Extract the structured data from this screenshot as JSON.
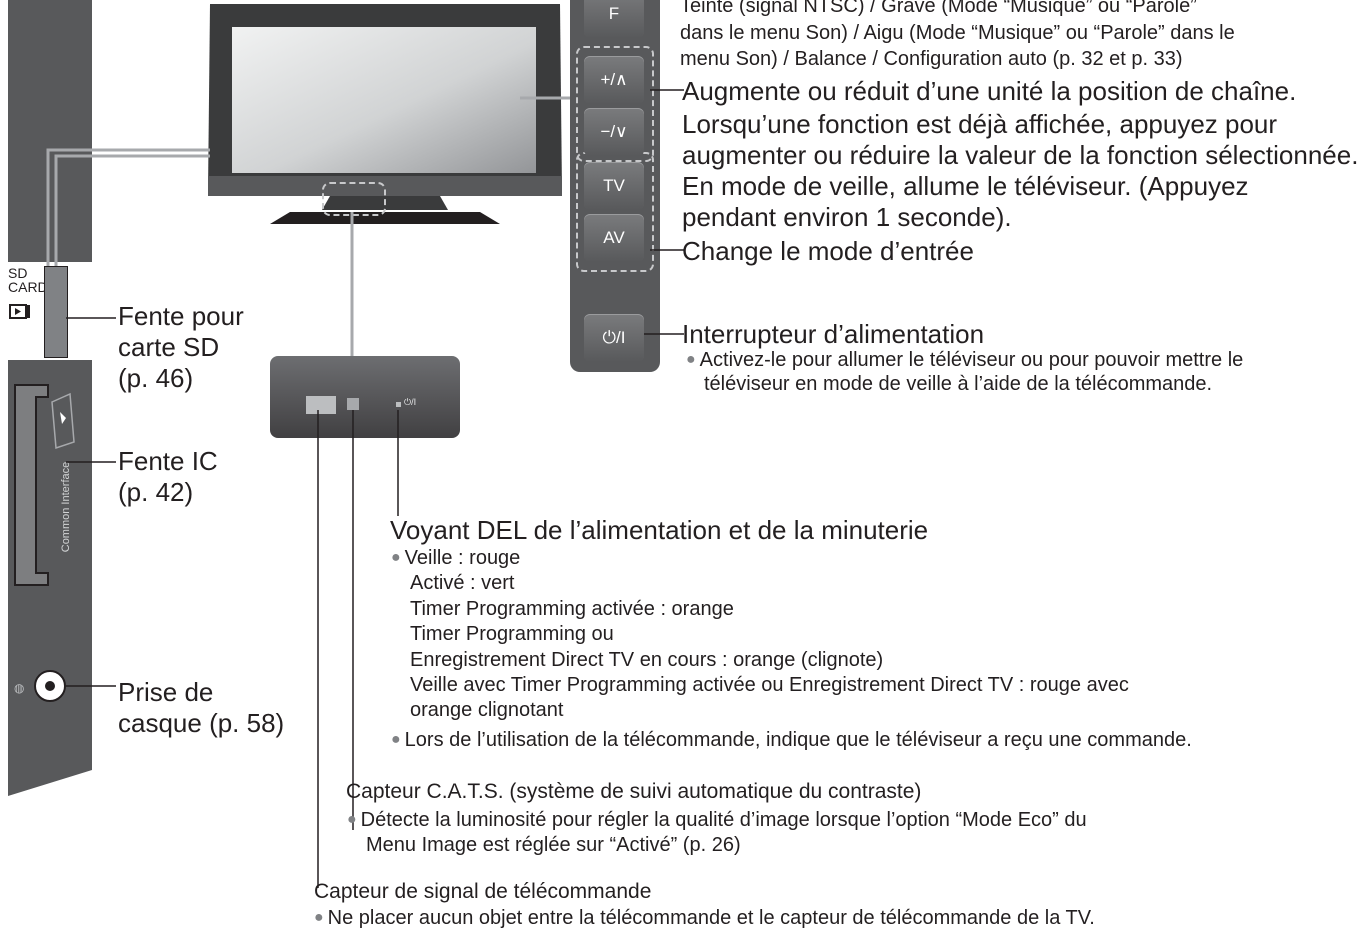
{
  "side_panel": {
    "sd_card_label_line1": "SD",
    "sd_card_label_line2": "CARD",
    "common_interface_label": "Common Interface"
  },
  "remote_panel": {
    "buttons": [
      "F",
      "+/∧",
      "−/∨",
      "TV",
      "AV",
      "⏻/I"
    ]
  },
  "sensor_panel": {
    "power_mark": "⏻/I"
  },
  "callouts": {
    "top_text_line1": "Teinte (signal NTSC) / Grave (Mode “Musique” ou “Parole”",
    "top_text_line2": "dans le menu Son) / Aigu (Mode “Musique” ou “Parole” dans le",
    "top_text_line3": "menu Son) / Balance / Configuration auto (p. 32 et p. 33)",
    "channel_line1": "Augmente ou réduit d’une unité la position de chaîne.",
    "channel_line2": "Lorsqu’une fonction est déjà affichée, appuyez pour",
    "channel_line3": "augmenter ou réduire la valeur de la fonction sélectionnée.",
    "channel_line4": "En mode de veille, allume le téléviseur. (Appuyez",
    "channel_line5": "pendant environ 1 seconde).",
    "input_mode": "Change le mode d’entrée",
    "power_title": "Interrupteur d’alimentation",
    "power_desc_line1": "Activez-le pour allumer le téléviseur ou pour pouvoir mettre le",
    "power_desc_line2": "téléviseur en mode de veille à l’aide de la télécommande.",
    "sd_slot_line1": "Fente pour",
    "sd_slot_line2": "carte SD",
    "sd_slot_line3": "(p. 46)",
    "ic_slot_line1": "Fente IC",
    "ic_slot_line2": "(p. 42)",
    "headphone_line1": "Prise de",
    "headphone_line2": "casque (p. 58)",
    "led_title": "Voyant DEL de l’alimentation et de la minuterie",
    "led_lines": [
      "Veille : rouge",
      "Activé : vert",
      "Timer Programming activée : orange",
      "Timer Programming ou",
      "Enregistrement Direct TV en cours : orange (clignote)",
      "Veille avec Timer Programming activée ou Enregistrement Direct TV : rouge avec",
      "orange clignotant"
    ],
    "led_remote_note": "Lors de l’utilisation de la télécommande, indique que le téléviseur a reçu une commande.",
    "cats_title": "Capteur C.A.T.S. (système de suivi automatique du contraste)",
    "cats_line1": "Détecte la luminosité pour régler la qualité d’image lorsque l’option “Mode Eco” du",
    "cats_line2": "Menu Image est réglée sur “Activé” (p. 26)",
    "remote_sensor_title": "Capteur de signal de télécommande",
    "remote_sensor_note": "Ne placer aucun objet entre la télécommande et le capteur de télécommande de la TV."
  }
}
